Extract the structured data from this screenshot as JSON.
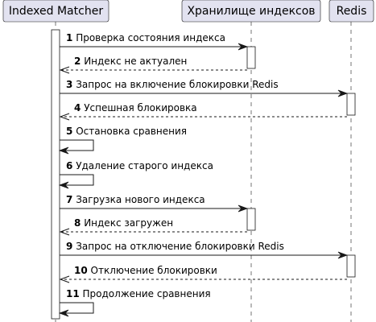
{
  "participants": [
    {
      "id": "matcher",
      "label": "Indexed Matcher"
    },
    {
      "id": "storage",
      "label": "Хранилище индексов"
    },
    {
      "id": "redis",
      "label": "Redis"
    }
  ],
  "messages": [
    {
      "num": "1",
      "text": "Проверка состояния индекса",
      "from": "matcher",
      "to": "storage",
      "style": "solid"
    },
    {
      "num": "2",
      "text": "Индекс не актуален",
      "from": "storage",
      "to": "matcher",
      "style": "dashed"
    },
    {
      "num": "3",
      "text": "Запрос на включение блокировки Redis",
      "from": "matcher",
      "to": "redis",
      "style": "solid"
    },
    {
      "num": "4",
      "text": "Успешная блокировка",
      "from": "redis",
      "to": "matcher",
      "style": "dashed"
    },
    {
      "num": "5",
      "text": "Остановка сравнения",
      "from": "matcher",
      "to": "matcher",
      "style": "self"
    },
    {
      "num": "6",
      "text": "Удаление старого индекса",
      "from": "matcher",
      "to": "matcher",
      "style": "self"
    },
    {
      "num": "7",
      "text": "Загрузка нового индекса",
      "from": "matcher",
      "to": "storage",
      "style": "solid"
    },
    {
      "num": "8",
      "text": "Индекс загружен",
      "from": "storage",
      "to": "matcher",
      "style": "dashed"
    },
    {
      "num": "9",
      "text": "Запрос на отключение блокировки Redis",
      "from": "matcher",
      "to": "redis",
      "style": "solid"
    },
    {
      "num": "10",
      "text": "Отключение блокировки",
      "from": "redis",
      "to": "matcher",
      "style": "dashed"
    },
    {
      "num": "11",
      "text": "Продолжение сравнения",
      "from": "matcher",
      "to": "matcher",
      "style": "self"
    }
  ],
  "colors": {
    "participant_fill": "#e2e2f0",
    "line": "#181818"
  }
}
